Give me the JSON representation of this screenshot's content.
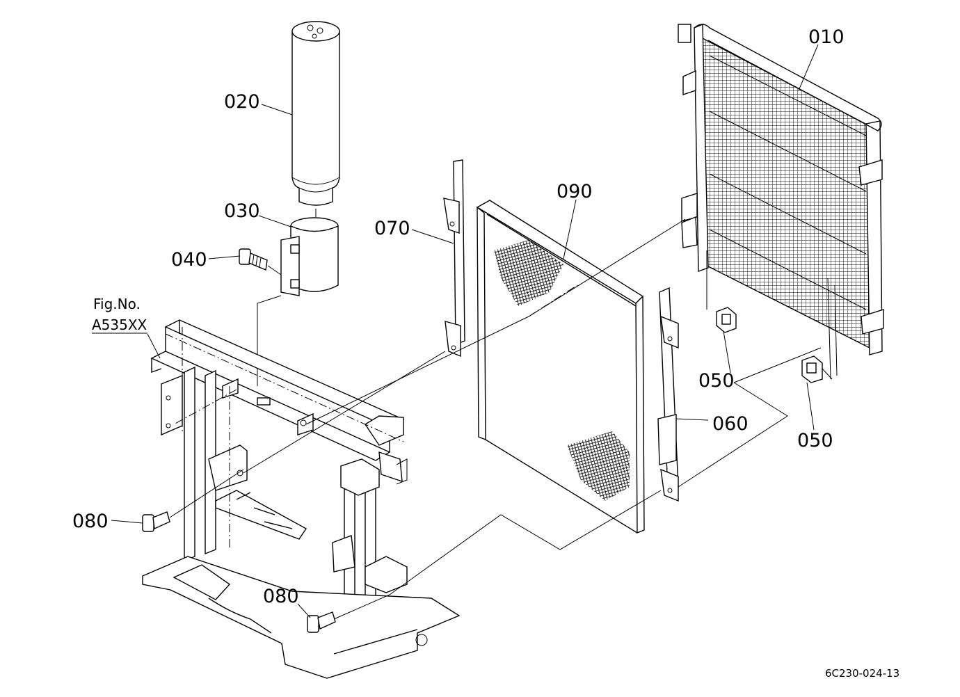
{
  "figure": {
    "reference_line1": "Fig.No.",
    "reference_line2": "A535XX",
    "drawing_code": "6C230-024-13"
  },
  "callouts": [
    {
      "id": "010",
      "label": "010"
    },
    {
      "id": "020",
      "label": "020"
    },
    {
      "id": "030",
      "label": "030"
    },
    {
      "id": "040",
      "label": "040"
    },
    {
      "id": "050a",
      "label": "050"
    },
    {
      "id": "050b",
      "label": "050"
    },
    {
      "id": "060",
      "label": "060"
    },
    {
      "id": "070",
      "label": "070"
    },
    {
      "id": "080a",
      "label": "080"
    },
    {
      "id": "080b",
      "label": "080"
    },
    {
      "id": "090",
      "label": "090"
    }
  ]
}
